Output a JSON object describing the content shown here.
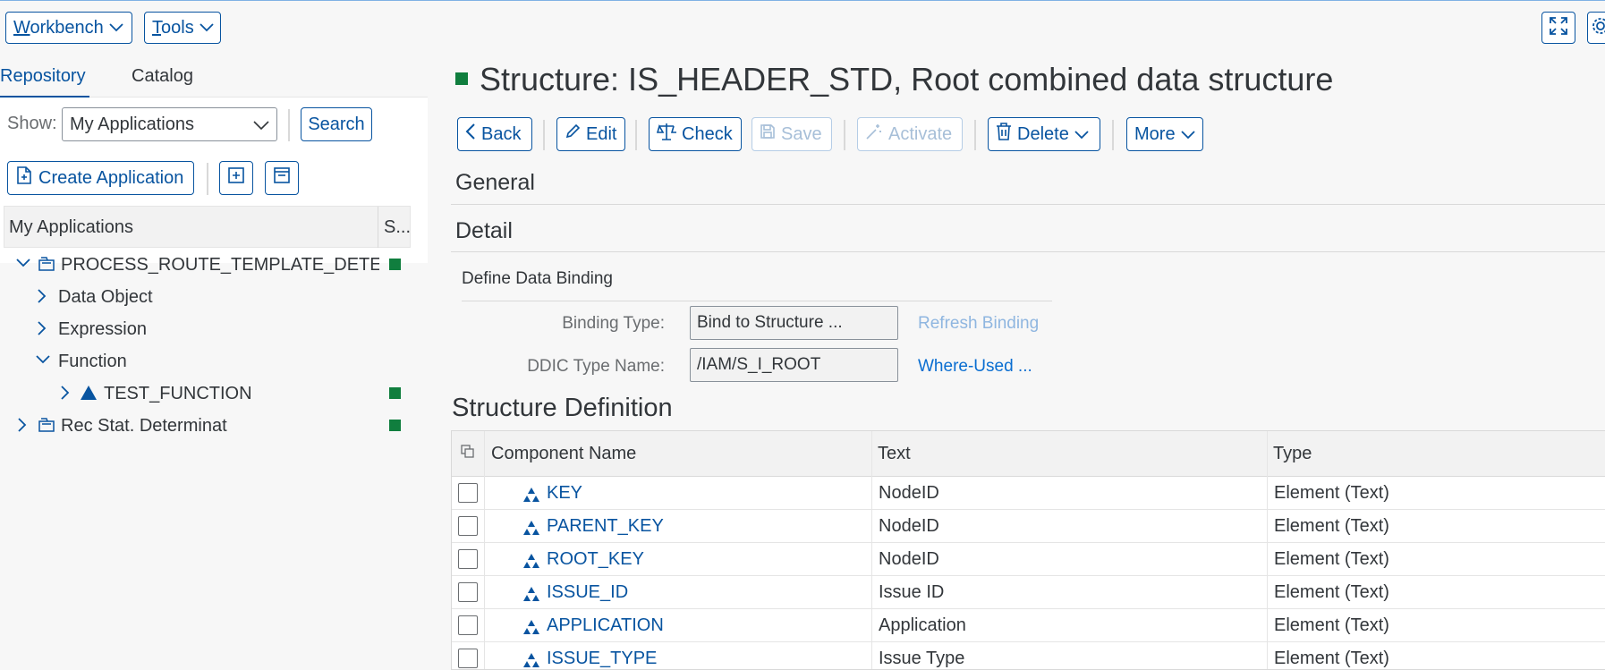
{
  "header": {
    "workbench": {
      "accesskey": "W",
      "rest": "orkbench"
    },
    "tools": {
      "accesskey": "T",
      "rest": "ools"
    }
  },
  "left": {
    "tabs": [
      {
        "label": "Repository",
        "active": true
      },
      {
        "label": "Catalog",
        "active": false
      }
    ],
    "show_label": "Show:",
    "show_value": "My Applications",
    "search_label": "Search",
    "create_label": "Create Application",
    "tree": {
      "col1": "My Applications",
      "col2": "S...",
      "items": [
        {
          "label": "PROCESS_ROUTE_TEMPLATE_DETERMINATION",
          "level": 0,
          "expanded": true,
          "icon": "application-folder-icon",
          "status": "active"
        },
        {
          "label": "Data Object",
          "level": 1,
          "expanded": false,
          "icon": "",
          "status": ""
        },
        {
          "label": "Expression",
          "level": 1,
          "expanded": false,
          "icon": "",
          "status": ""
        },
        {
          "label": "Function",
          "level": 1,
          "expanded": true,
          "icon": "",
          "status": ""
        },
        {
          "label": "TEST_FUNCTION",
          "level": 2,
          "expanded": false,
          "icon": "function-triangle-icon",
          "status": "active"
        },
        {
          "label": "Rec Stat. Determinat",
          "level": 0,
          "expanded": false,
          "icon": "application-folder-icon",
          "status": "active"
        }
      ]
    }
  },
  "main": {
    "title": "Structure: IS_HEADER_STD, Root combined data structure",
    "toolbar": {
      "back": "Back",
      "edit": "Edit",
      "check": "Check",
      "save": "Save",
      "activate": "Activate",
      "delete": "Delete",
      "more": "More"
    },
    "sections": {
      "general": "General",
      "detail": "Detail",
      "binding": "Define Data Binding",
      "structure": "Structure Definition"
    },
    "binding": {
      "type_label": "Binding Type:",
      "type_value": "Bind to Structure ...",
      "refresh": "Refresh Binding",
      "ddic_label": "DDIC Type Name:",
      "ddic_value": "/IAM/S_I_ROOT",
      "where_used": "Where-Used ..."
    },
    "table": {
      "headers": [
        "Component Name",
        "Text",
        "Type"
      ],
      "rows": [
        {
          "name": "KEY",
          "text": "NodeID",
          "type": "Element (Text)"
        },
        {
          "name": "PARENT_KEY",
          "text": "NodeID",
          "type": "Element (Text)"
        },
        {
          "name": "ROOT_KEY",
          "text": "NodeID",
          "type": "Element (Text)"
        },
        {
          "name": "ISSUE_ID",
          "text": "Issue ID",
          "type": "Element (Text)"
        },
        {
          "name": "APPLICATION",
          "text": "Application",
          "type": "Element (Text)"
        },
        {
          "name": "ISSUE_TYPE",
          "text": "Issue Type",
          "type": "Element (Text)"
        }
      ]
    }
  },
  "colors": {
    "accent": "#0854a0",
    "status_active": "#107e3e",
    "link": "#0a6ed1"
  }
}
